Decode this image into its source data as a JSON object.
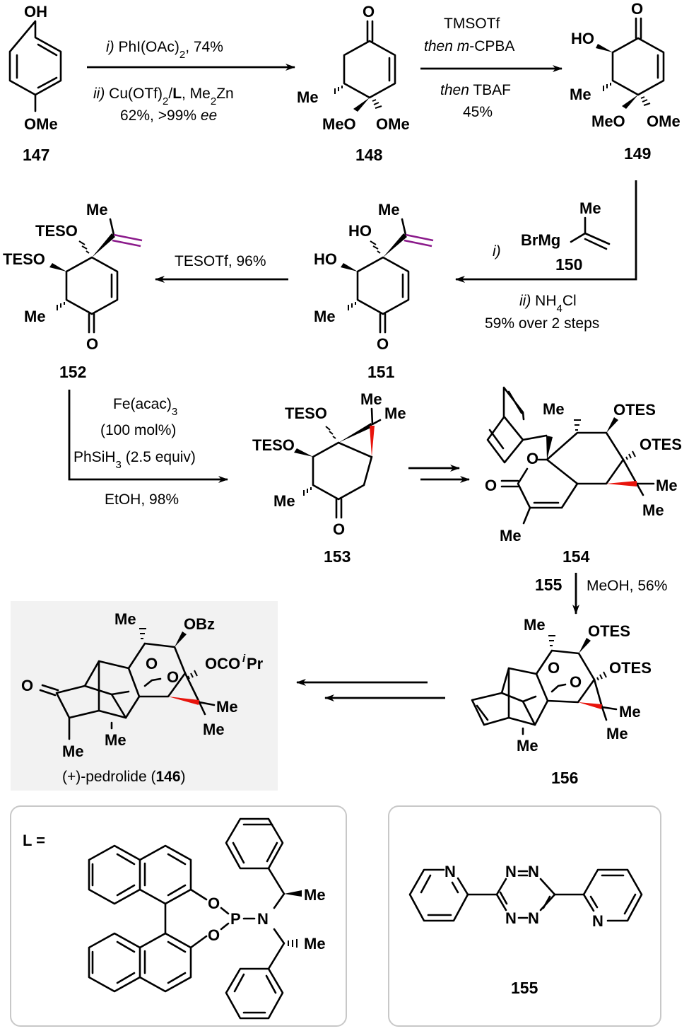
{
  "title": "Synthesis of (+)-pedrolide",
  "colors": {
    "bond": "#000000",
    "highlight_alkene": "#8b1a8b",
    "highlight_cyclopropane": "#e8140c",
    "target_box_bg": "#f2f2f2",
    "inset_border": "#c8c8c8"
  },
  "compounds": {
    "c147": {
      "label": "147",
      "atoms": {
        "oh": "OH",
        "ome": "OMe"
      }
    },
    "c148": {
      "label": "148",
      "atoms": {
        "o": "O",
        "me": "Me",
        "meo": "MeO",
        "ome": "OMe"
      }
    },
    "c149": {
      "label": "149",
      "atoms": {
        "o": "O",
        "ho": "HO",
        "me": "Me",
        "meo": "MeO",
        "ome": "OMe"
      }
    },
    "c150": {
      "label": "150",
      "atoms": {
        "brmg": "BrMg",
        "me": "Me"
      }
    },
    "c151": {
      "label": "151",
      "atoms": {
        "me_top": "Me",
        "ho1": "HO",
        "ho2": "HO",
        "me": "Me",
        "o": "O"
      }
    },
    "c152": {
      "label": "152",
      "atoms": {
        "me_top": "Me",
        "teso1": "TESO",
        "teso2": "TESO",
        "me": "Me",
        "o": "O"
      }
    },
    "c153": {
      "label": "153",
      "atoms": {
        "teso1": "TESO",
        "teso2": "TESO",
        "me1": "Me",
        "me2": "Me",
        "me": "Me",
        "o": "O"
      }
    },
    "c154": {
      "label": "154",
      "atoms": {
        "me_top": "Me",
        "otes1": "OTES",
        "otes2": "OTES",
        "o_ring": "O",
        "o_carbonyl": "O",
        "me1": "Me",
        "me2": "Me",
        "me_bottom": "Me"
      }
    },
    "c156": {
      "label": "156",
      "atoms": {
        "me_top": "Me",
        "otes1": "OTES",
        "otes2": "OTES",
        "o1": "O",
        "o2": "O",
        "me1": "Me",
        "me2": "Me",
        "me_bottom": "Me"
      }
    },
    "c146": {
      "name": "(+)-pedrolide (",
      "label": "146",
      "close": ")",
      "atoms": {
        "me_top": "Me",
        "obz": "OBz",
        "ocoipr_pre": "OCO",
        "ocoipr_sup": "i",
        "ocoipr_post": "Pr",
        "o_ketone": "O",
        "o1": "O",
        "o2": "O",
        "me1": "Me",
        "me2": "Me",
        "me_bottom": "Me",
        "me_left": "Me"
      }
    },
    "c155": {
      "label": "155",
      "atoms": {
        "n_py1": "N",
        "n1": "N",
        "n2": "N",
        "n3": "N",
        "n4": "N",
        "n_py2": "N"
      }
    },
    "ligand": {
      "label": "L =",
      "atoms": {
        "o1": "O",
        "o2": "O",
        "p": "P",
        "n": "N",
        "me1": "Me",
        "me2": "Me"
      }
    }
  },
  "steps": {
    "s1": {
      "line1_pre": "i)",
      "line1": " PhI(OAc)",
      "line1_sub": "2",
      "line1_post": ", 74%",
      "line2_pre": "ii)",
      "line2": " Cu(OTf)",
      "line2_sub": "2",
      "line2_slash": "/",
      "line2_bold": "L",
      "line2_post": ", Me",
      "line2_sub2": "2",
      "line2_end": "Zn",
      "line3": "62%, >99% ",
      "line3_it": "ee"
    },
    "s2": {
      "line1": "TMSOTf",
      "line2_it": "then m",
      "line2": "-CPBA",
      "line3_it": "then",
      "line3": " TBAF",
      "line4": "45%"
    },
    "s3": {
      "i_label": "i)",
      "ii_label": "ii)",
      "reagent": " NH",
      "reagent_sub": "4",
      "reagent_post": "Cl",
      "yield": "59% over 2 steps"
    },
    "s4": {
      "line1": "TESOTf, 96%"
    },
    "s5": {
      "line1": "Fe(acac)",
      "line1_sub": "3",
      "line2": "(100 mol%)",
      "line3": "PhSiH",
      "line3_sub": "3",
      "line3_post": " (2.5 equiv)",
      "line4": "EtOH, 98%"
    },
    "s7": {
      "reagent_bold": "155",
      "conditions": "MeOH, 56%"
    }
  }
}
